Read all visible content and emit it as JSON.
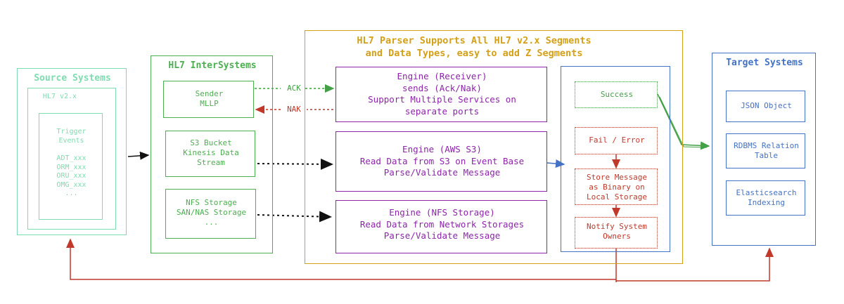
{
  "source": {
    "title": "Source Systems",
    "hl7_label": "HL7 v2.x",
    "trigger_title": "Trigger\nEvents",
    "events": [
      "ADT_xxx",
      "ORM_xxx",
      "ORU_xxx",
      "OMG_xxx",
      "..."
    ]
  },
  "intersystems": {
    "title": "HL7 InterSystems",
    "sender": "Sender\nMLLP",
    "s3": "S3 Bucket\nKinesis Data\nStream",
    "nfs": "NFS Storage\nSAN/NAS Storage\n..."
  },
  "parser": {
    "title": "HL7 Parser Supports All HL7 v2.x Segments\nand Data Types, easy to add Z Segments",
    "engine_receiver": "Engine (Receiver)\nsends (Ack/Nak)\nSupport Multiple Services on\nseparate ports",
    "engine_s3": "Engine (AWS S3)\nRead Data from S3 on Event Base\nParse/Validate Message",
    "engine_nfs": "Engine (NFS Storage)\nRead Data from Network Storages\nParse/Validate Message"
  },
  "outcomes": {
    "success": "Success",
    "fail": "Fail / Error",
    "store": "Store Message\nas Binary on\nLocal Storage",
    "notify": "Notify System\nOwners"
  },
  "target": {
    "title": "Target Systems",
    "items": [
      "JSON Object",
      "RDBMS Relation\nTable",
      "Elasticsearch\nIndexing"
    ]
  },
  "arrows": {
    "ack": "ACK",
    "nak": "NAK"
  },
  "colors": {
    "source": "#7fdcb0",
    "intersystems": "#4caf50",
    "parser": "#d4a017",
    "engine": "#8e24aa",
    "outcome": "#4472c4",
    "success": "#43a047",
    "error": "#c0392b",
    "target": "#4472c4"
  }
}
